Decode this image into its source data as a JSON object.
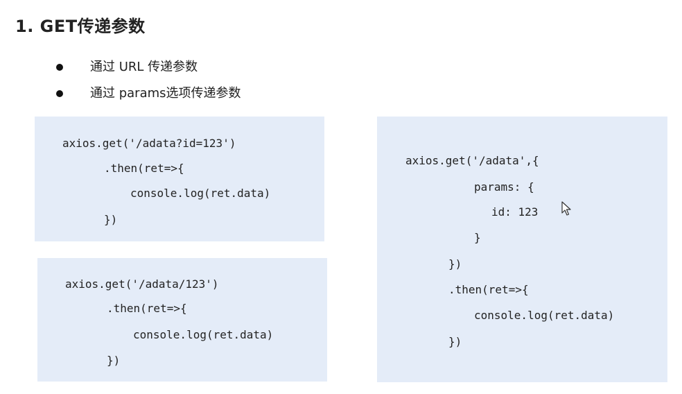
{
  "slide": {
    "title": "1. GET传递参数",
    "bullets": [
      {
        "text": "通过 URL 传递参数"
      },
      {
        "text": "通过 params选项传递参数"
      }
    ]
  },
  "code_blocks": [
    {
      "lines": [
        "axios.get('/adata?id=123')",
        ".then(ret=>{",
        "console.log(ret.data)",
        "})"
      ]
    },
    {
      "lines": [
        "axios.get('/adata/123')",
        ".then(ret=>{",
        "console.log(ret.data)",
        "})"
      ]
    },
    {
      "lines": [
        "axios.get('/adata',{",
        "params: {",
        "id: 123",
        "}",
        "})",
        ".then(ret=>{",
        "console.log(ret.data)",
        "})"
      ]
    }
  ],
  "icons": {
    "bullet": "bullet-dot-icon",
    "cursor": "mouse-pointer-icon"
  },
  "colors": {
    "code_background": "#e4ecf8",
    "text": "#222222"
  }
}
